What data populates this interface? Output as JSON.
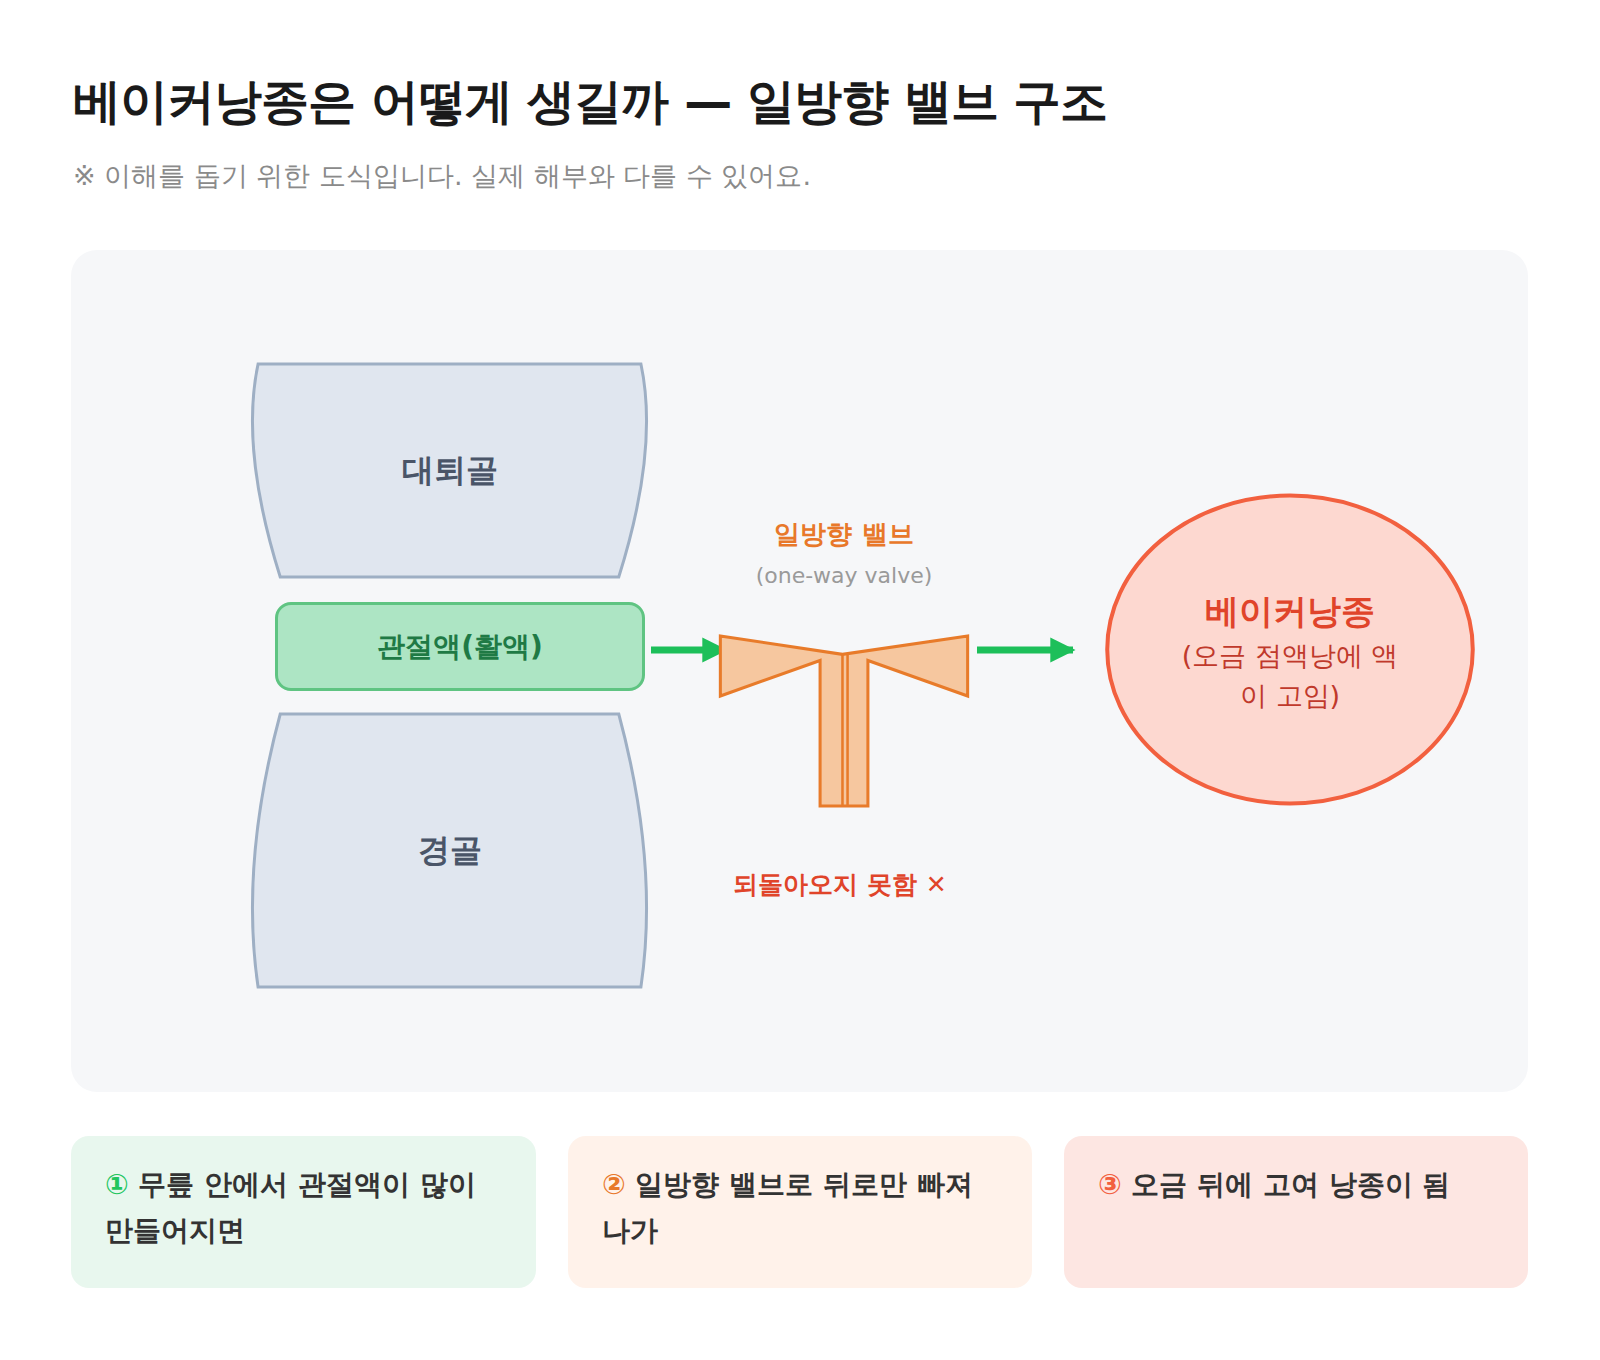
{
  "diagram": {
    "title": "베이커낭종은 어떻게 생길까 — 일방향 밸브 구조",
    "caption": "※ 이해를 돕기 위한 도식입니다. 실제 해부와 다를 수 있어요.",
    "nodes": [
      {
        "text": [
          "대퇴골"
        ]
      },
      {
        "text": [
          "관절액(활액)"
        ]
      },
      {
        "text": [
          "경골"
        ]
      },
      {
        "text": [
          "일방향 밸브",
          "(one-way valve)"
        ]
      },
      {
        "text": [
          "베이커낭종",
          "(오금 점액낭에 액이 고임)"
        ]
      },
      {
        "text": [
          "① 무릎 안에서 관절액이 많이 만들어지면"
        ]
      },
      {
        "text": [
          "② 일방향 밸브로 뒤로만 빠져나가"
        ]
      },
      {
        "text": [
          "③ 오금 뒤에 고여 낭종이 됨"
        ]
      }
    ],
    "edges": [
      {
        "from": 1,
        "to": 3,
        "arrow": "to"
      },
      {
        "from": 3,
        "to": 4,
        "arrow": "to"
      }
    ],
    "labels": [
      "되돌아오지 못함 ✕"
    ]
  }
}
